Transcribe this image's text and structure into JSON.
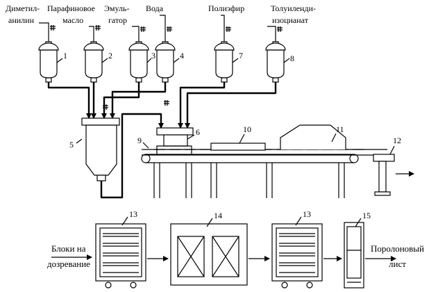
{
  "inputs": {
    "dimethylaniline": [
      "Диметил-",
      "анилин"
    ],
    "paraffin_oil": [
      "Парафиновое",
      "масло"
    ],
    "emulsifier": [
      "Эмуль-",
      "гатор"
    ],
    "water": "Вода",
    "polyester": "Полиэфир",
    "toluene_diisocyanate": [
      "Толуиленди-",
      "изоцианат"
    ]
  },
  "numbers": {
    "n1": "1",
    "n2": "2",
    "n3": "3",
    "n4": "4",
    "n5": "5",
    "n6": "6",
    "n7": "7",
    "n8": "8",
    "n9": "9",
    "n10": "10",
    "n11": "11",
    "n12": "12",
    "n13a": "13",
    "n13b": "13",
    "n14": "14",
    "n15": "15"
  },
  "flow_labels": {
    "blocks_for_curing": [
      "Блоки на",
      "дозревание"
    ],
    "foam_sheet": [
      "Поролоновый",
      "лист"
    ]
  }
}
